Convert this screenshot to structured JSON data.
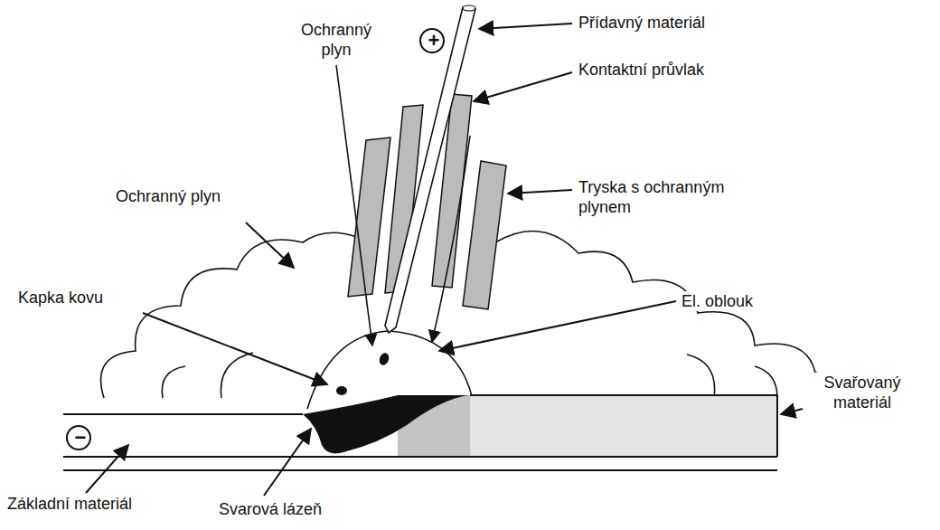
{
  "diagram": {
    "labels": [
      "Přídavný materiál",
      "Ochranný plyn",
      "+",
      "Kontaktní průvlak",
      "Ochranný plyn",
      "Tryska s ochranným plynem",
      "Kapka kovu",
      "El. oblouk",
      "Svařovaný materiál",
      "−",
      "Základní materiál",
      "Svarová lázeň"
    ]
  }
}
